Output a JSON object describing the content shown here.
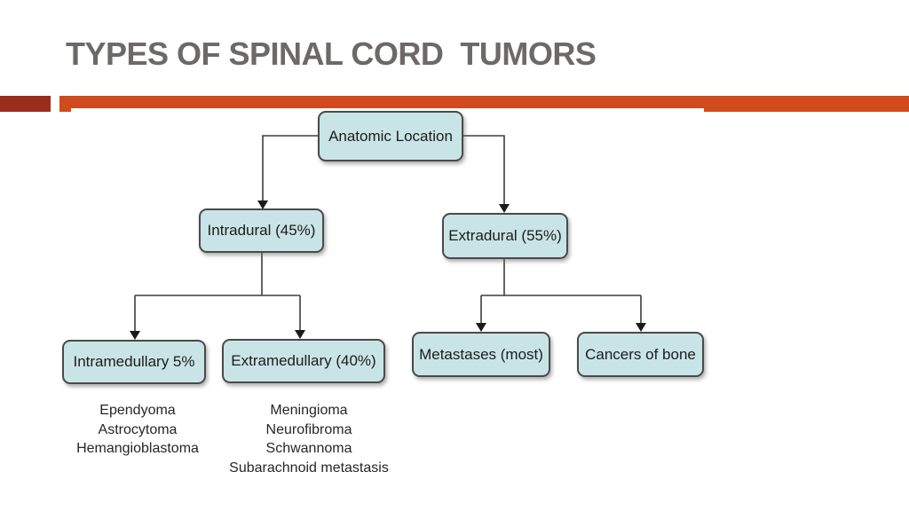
{
  "slide": {
    "title": "TYPES OF SPINAL CORD  TUMORS"
  },
  "colors": {
    "title_gray": "#6e6969",
    "accent_orange": "#d14a1b",
    "accent_dark_red": "#9a2d1b",
    "node_fill": "#c9e4e6",
    "node_border": "#4a4a4a",
    "connector": "#3d3d3d"
  },
  "diagram": {
    "root": {
      "label": "Anatomic Location"
    },
    "children": [
      {
        "label": "Intradural (45%)"
      },
      {
        "label": "Extradural (55%)"
      }
    ],
    "leaves": [
      {
        "label": "Intramedullary 5%"
      },
      {
        "label": "Extramedullary (40%)"
      },
      {
        "label": "Metastases (most)"
      },
      {
        "label": "Cancers of bone"
      }
    ],
    "lists": {
      "intramedullary": [
        "Ependyoma",
        "Astrocytoma",
        "Hemangioblastoma"
      ],
      "extramedullary": [
        "Meningioma",
        "Neurofibroma",
        "Schwannoma",
        "Subarachnoid metastasis"
      ]
    }
  }
}
